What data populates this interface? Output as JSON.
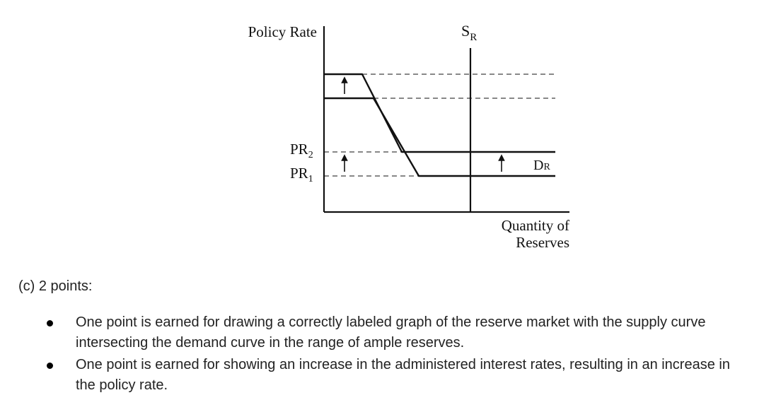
{
  "diagram": {
    "y_axis_label": "Policy Rate",
    "x_axis_label_line1": "Quantity of",
    "x_axis_label_line2": "Reserves",
    "supply_label": "S",
    "supply_label_sub": "R",
    "demand_label": "D",
    "demand_label_sub": "R",
    "pr2_label": "PR",
    "pr2_sub": "2",
    "pr1_label": "PR",
    "pr1_sub": "1",
    "line_color": "#111111"
  },
  "grading": {
    "part_label": "(c) 2 points:",
    "bullets": [
      "One point is earned for drawing a correctly labeled graph of the reserve market with the supply curve intersecting the demand curve in the range of ample reserves.",
      "One point is earned for showing an increase in the administered interest rates, resulting in an increase in the policy rate."
    ]
  }
}
